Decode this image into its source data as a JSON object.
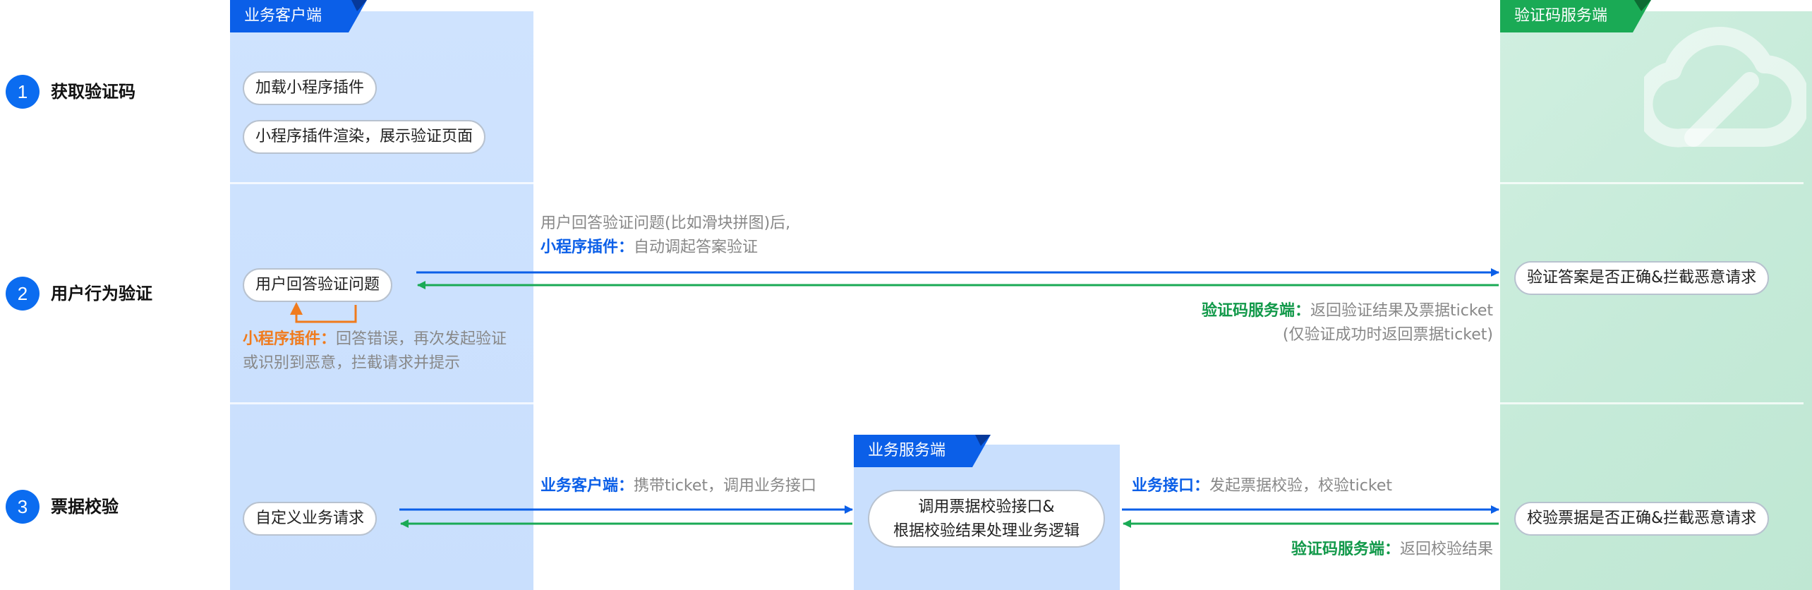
{
  "lanes": {
    "client": "业务客户端",
    "captcha": "验证码服务端",
    "server": "业务服务端"
  },
  "steps": [
    {
      "num": "1",
      "label": "获取验证码"
    },
    {
      "num": "2",
      "label": "用户行为验证"
    },
    {
      "num": "3",
      "label": "票据校验"
    }
  ],
  "row1": {
    "load_plugin": "加载小程序插件",
    "render_page": "小程序插件渲染，展示验证页面"
  },
  "row2": {
    "answer": "用户回答验证问题",
    "flow_line1": "用户回答验证问题(比如滑块拼图)后,",
    "flow_kw": "小程序插件",
    "flow_sep": "：",
    "flow_rest": "自动调起答案验证",
    "check_answer": "验证答案是否正确&拦截恶意请求",
    "return_kw": "验证码服务端",
    "return_sep": "：",
    "return_rest": "返回验证结果及票据ticket",
    "return_line2": "(仅验证成功时返回票据ticket)",
    "retry_kw": "小程序插件",
    "retry_sep": "：",
    "retry_rest": "回答错误，再次发起验证",
    "retry_line2": "或识别到恶意，拦截请求并提示"
  },
  "row3": {
    "custom_request": "自定义业务请求",
    "to_server_kw": "业务客户端",
    "to_server_sep": "：",
    "to_server_rest": "携带ticket，调用业务接口",
    "server_box_line1": "调用票据校验接口&",
    "server_box_line2": "根据校验结果处理业务逻辑",
    "to_captcha_kw": "业务接口",
    "to_captcha_sep": "：",
    "to_captcha_rest": "发起票据校验，校验ticket",
    "check_ticket": "校验票据是否正确&拦截恶意请求",
    "result_kw": "验证码服务端",
    "result_sep": "：",
    "result_rest": "返回校验结果"
  },
  "colors": {
    "blue": "#0b5fe8",
    "green": "#12994a",
    "orange": "#f07b1d",
    "client_lane": "#c9dffd",
    "captcha_lane": "#c5ead8"
  },
  "icons": {
    "captcha_watermark": "cloud-icon"
  }
}
